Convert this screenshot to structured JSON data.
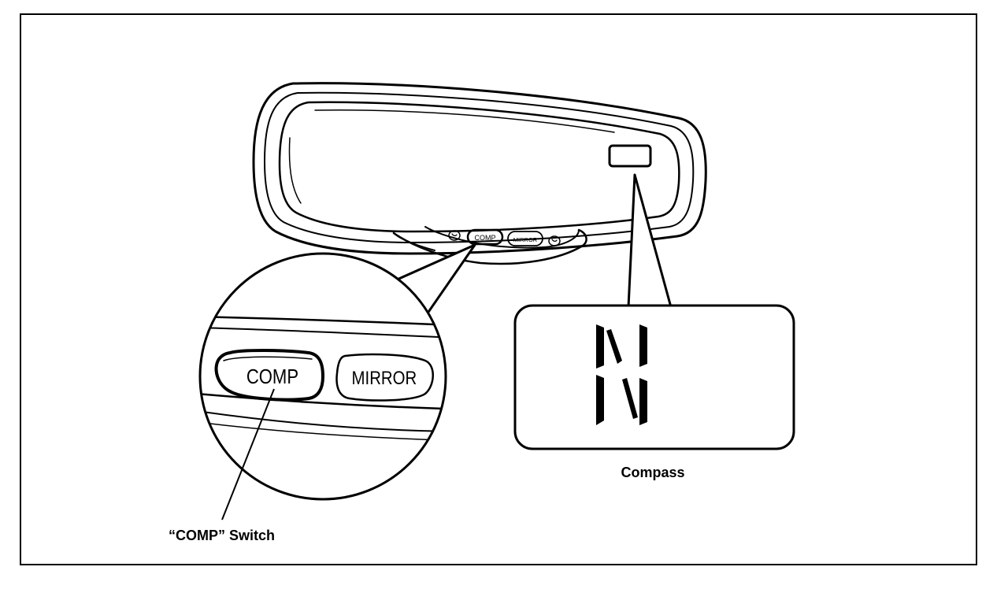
{
  "diagram": {
    "buttons": {
      "comp": "COMP",
      "mirror": "MIRROR"
    },
    "compass_display": {
      "heading": "N"
    },
    "labels": {
      "compass": "Compass",
      "comp_switch": "“COMP” Switch"
    }
  },
  "colors": {
    "line": "#000000",
    "background": "#ffffff"
  }
}
